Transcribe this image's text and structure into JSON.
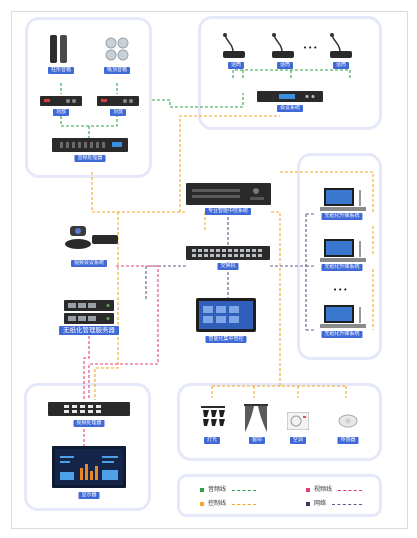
{
  "colors": {
    "audio_line": "#2ea24a",
    "video_line": "#e0417a",
    "control_line": "#f5a623",
    "network_line": "#5c5c8a",
    "label_bg": "#3f69d6",
    "panel_border": "#e4e8f8"
  },
  "labels": {
    "column_speaker": "柱形音箱",
    "ceiling_speaker": "吸顶音箱",
    "amp_1": "功放",
    "amp_2": "功放",
    "audio_processor": "音频处理器",
    "mic_1": "话筒",
    "mic_2": "话筒",
    "mic_3": "话筒",
    "mic_ellipsis": "•••",
    "conference_host": "会议系统",
    "central_control": "专业智能中控系统",
    "video_conference": "视频会议系统",
    "switch": "交换机",
    "paperless_server": "无纸化管理服务器",
    "central_panel": "智能化集中管控",
    "lift_1": "无纸化升降系统",
    "lift_2": "无纸化升降系统",
    "lift_3": "无纸化升降系统",
    "lift_ellipsis": "•••",
    "video_processor": "视频处理器",
    "display": "显示器",
    "lighting": "灯光",
    "curtain": "窗帘",
    "ac": "空调",
    "sensor": "传感器"
  },
  "legend": {
    "audio": "音频线",
    "video": "视频线",
    "control": "控制线",
    "network": "网络"
  },
  "icons": [
    "column-speaker-icon",
    "ceiling-speaker-icon",
    "amplifier-icon",
    "audio-processor-icon",
    "gooseneck-mic-icon",
    "conference-host-icon",
    "central-control-icon",
    "video-conference-icon",
    "network-switch-icon",
    "server-icon",
    "touch-panel-icon",
    "lift-monitor-icon",
    "video-processor-icon",
    "display-icon",
    "spotlight-icon",
    "curtain-icon",
    "air-conditioner-icon",
    "sensor-icon"
  ]
}
